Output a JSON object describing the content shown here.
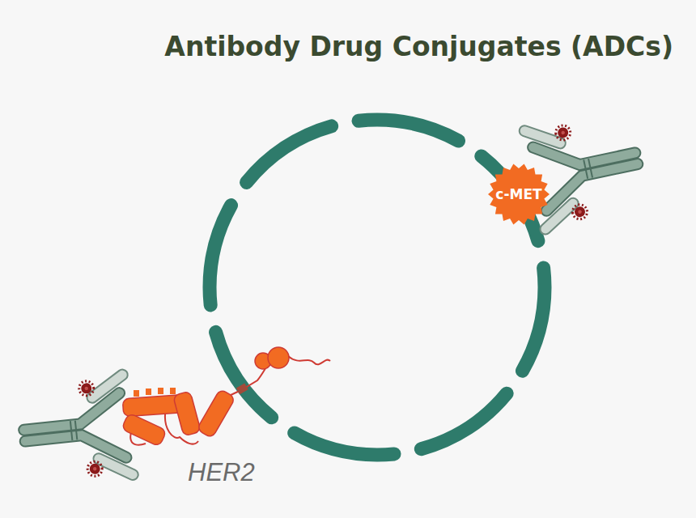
{
  "diagram": {
    "title": "Antibody Drug Conjugates (ADCs)",
    "nodes": [
      {
        "text": [
          "c-MET"
        ]
      }
    ],
    "labels": [
      "HER2"
    ]
  }
}
